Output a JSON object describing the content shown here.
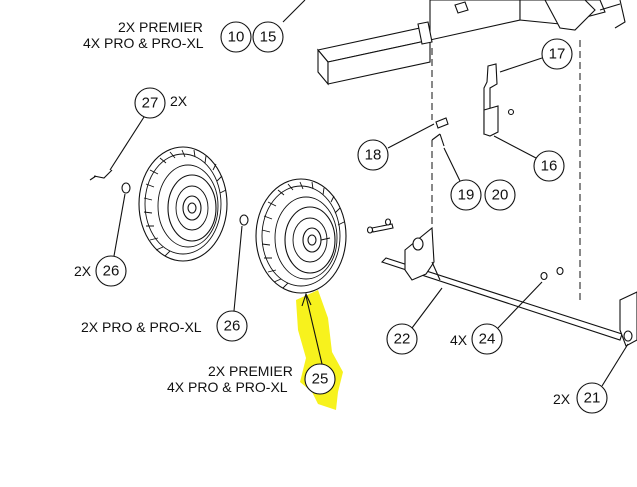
{
  "colors": {
    "highlight": "#f7f21d",
    "line": "#111111",
    "background": "#ffffff"
  },
  "labels": {
    "top_premier": "2X PREMIER",
    "top_pro": "4X PRO & PRO-XL",
    "left_2x_27": "2X",
    "left_2x_26": "2X",
    "mid_pro_26": "2X PRO & PRO-XL",
    "bottom_premier": "2X PREMIER",
    "bottom_pro": "4X PRO & PRO-XL",
    "qty_24": "4X",
    "qty_21": "2X"
  },
  "callouts": {
    "c10": "10",
    "c15": "15",
    "c17": "17",
    "c27": "27",
    "c18": "18",
    "c19": "19",
    "c20": "20",
    "c16": "16",
    "c26a": "26",
    "c26b": "26",
    "c22": "22",
    "c24": "24",
    "c25": "25",
    "c21": "21"
  }
}
